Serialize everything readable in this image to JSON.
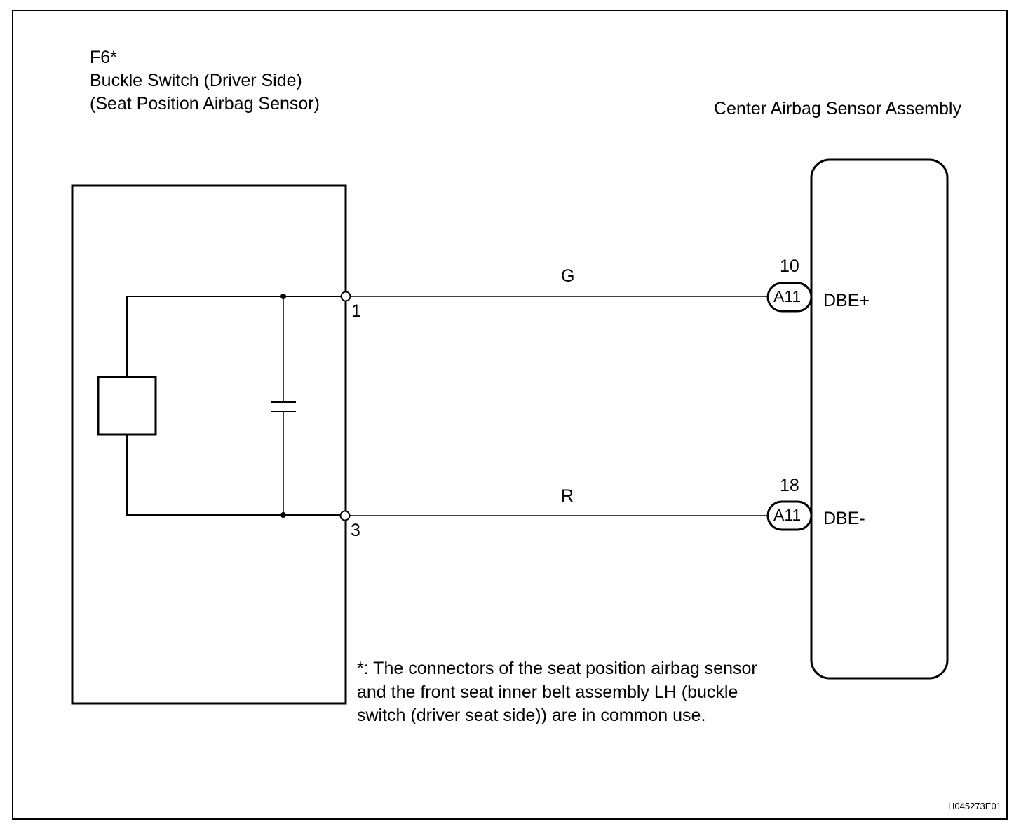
{
  "component_left": {
    "id": "F6*",
    "name": "Buckle Switch (Driver Side)",
    "subname": "(Seat Position Airbag Sensor)"
  },
  "component_right": {
    "name": "Center Airbag Sensor Assembly"
  },
  "wires": [
    {
      "color_code": "G",
      "from_terminal": "1",
      "to_pin": "10",
      "connector": "A11",
      "signal": "DBE+"
    },
    {
      "color_code": "R",
      "from_terminal": "3",
      "to_pin": "18",
      "connector": "A11",
      "signal": "DBE-"
    }
  ],
  "footnote": "*: The connectors of the seat position airbag sensor\nand the front seat inner belt assembly LH (buckle\nswitch (driver seat side)) are in common use.",
  "figure_id": "H045273E01"
}
